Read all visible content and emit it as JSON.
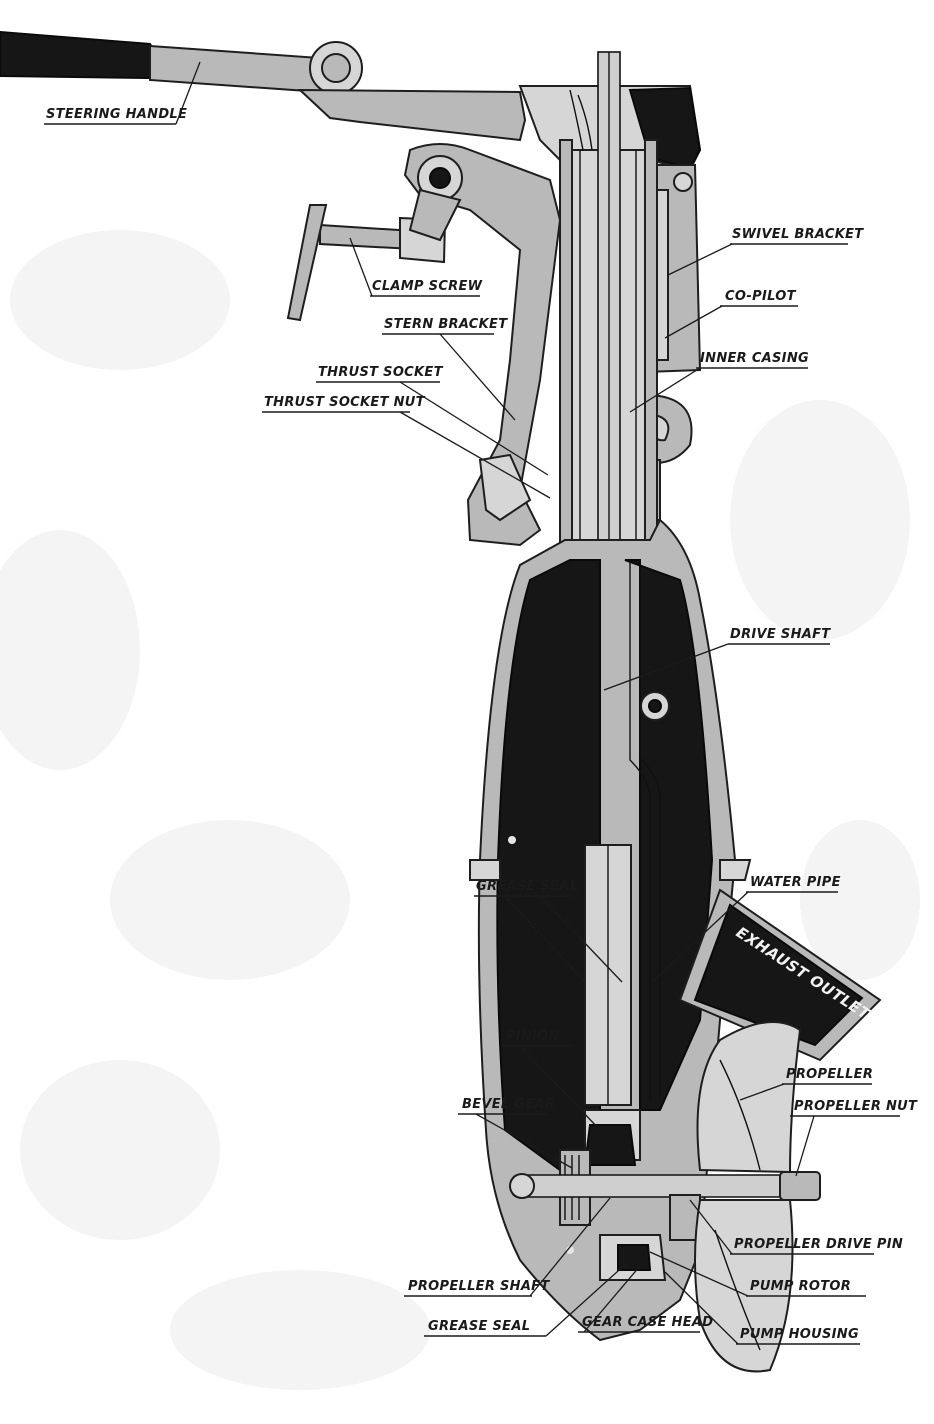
{
  "diagram": {
    "background_color": "#ffffff",
    "ink_color": "#1a1a1a",
    "metal_color": "#b9b9b9",
    "casting_color": "#161616",
    "labels": {
      "steering_handle": "STEERING HANDLE",
      "clamp_screw": "CLAMP SCREW",
      "stern_bracket": "STERN BRACKET",
      "thrust_socket": "THRUST SOCKET",
      "thrust_socket_nut": "THRUST SOCKET NUT",
      "swivel_bracket": "SWIVEL BRACKET",
      "co_pilot": "CO-PILOT",
      "inner_casing": "INNER CASING",
      "drive_shaft": "DRIVE SHAFT",
      "grease_seal_upper": "GREASE SEAL",
      "water_pipe": "WATER PIPE",
      "exhaust_outlet": "EXHAUST OUTLET",
      "pinion": "PINION",
      "propeller": "PROPELLER",
      "propeller_nut": "PROPELLER NUT",
      "bevel_gear": "BEVEL GEAR",
      "propeller_drive_pin": "PROPELLER DRIVE PIN",
      "pump_rotor": "PUMP ROTOR",
      "propeller_shaft": "PROPELLER SHAFT",
      "pump_housing": "PUMP HOUSING",
      "grease_seal_lower": "GREASE SEAL",
      "gear_case_head": "GEAR CASE HEAD"
    }
  }
}
